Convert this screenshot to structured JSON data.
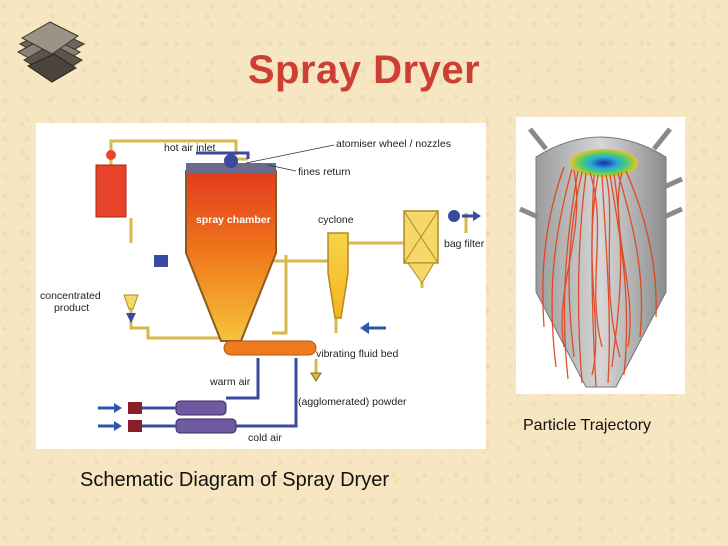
{
  "slide": {
    "title": "Spray Dryer",
    "caption_left": "Schematic Diagram of Spray Dryer",
    "caption_right": "Particle Trajectory"
  },
  "diagram": {
    "labels": {
      "hot_air_inlet": "hot air inlet",
      "atomiser": "atomiser wheel / nozzles",
      "fines_return": "fines return",
      "spray_chamber": "spray chamber",
      "cyclone": "cyclone",
      "bag_filter": "bag filter",
      "concentrated": "concentrated",
      "product": "product",
      "vibrating_fluid_bed": "vibrating fluid bed",
      "warm_air": "warm air",
      "agglomerated_powder": "(agglomerated) powder",
      "cold_air": "cold air"
    }
  },
  "colors": {
    "title": "#cc3f33",
    "background": "#f7e6c2",
    "pipe": "#d9b84a",
    "air_pipe": "#3b4aa0",
    "heater": "#e8442b",
    "arrow": "#2f56a8"
  }
}
